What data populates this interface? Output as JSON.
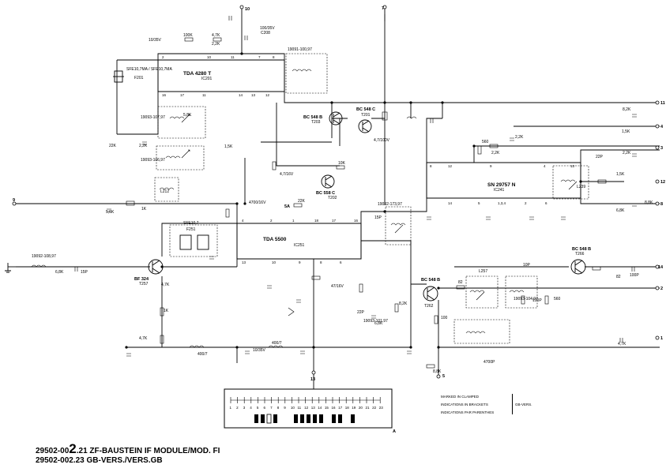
{
  "ics": {
    "ic201": {
      "name": "TDA 4280 T",
      "ref": "IC201"
    },
    "ic251": {
      "name": "TDA 5500",
      "ref": "IC251"
    },
    "ic241": {
      "name": "SN 29757 N",
      "ref": "IC241"
    }
  },
  "transistors": {
    "t201": {
      "name": "BC 548 C",
      "ref": "T201"
    },
    "t203": {
      "name": "BC 548 B",
      "ref": "T203"
    },
    "t202": {
      "name": "BC 558 C",
      "ref": "T202"
    },
    "t257": {
      "name": "BF 324",
      "ref": "T257"
    },
    "t262": {
      "name": "BC 548 B",
      "ref": "T262"
    },
    "t266": {
      "name": "BC 548 B",
      "ref": "T266"
    }
  },
  "crystal": {
    "name": "SFE10,7MA / SFE10,7MA",
    "ref": "F201",
    "f2": "SFE10,7",
    "f2ref": "F251"
  },
  "labels": {
    "c207": "100/35V",
    "c208": "C208",
    "c202": "10/35V",
    "c205": "2,2K",
    "r215": "100K",
    "r216": "4,7K",
    "l217": "19091-100,97",
    "r214": "5,8K",
    "c212": "22K",
    "c211": "2,2K",
    "l213": "19093-107,97",
    "l214": "19093-106,97",
    "l212": "L212",
    "r208": "1,5K",
    "c203": "4,7/100V",
    "r227": "10K",
    "c227": "4,7/16V",
    "r221": "1K",
    "c221": "5,6K",
    "c222": "4700/16V",
    "r251": "6,8K",
    "c252": "15P",
    "l251": "19092-108,97",
    "r257": "4,7K",
    "c253": "4,7K",
    "r258": "4,7K",
    "c254": "1K",
    "l254": "400/7",
    "l256": "400/7",
    "c258": "10/35V",
    "r262": "82",
    "c263": "2,2K",
    "r268": "100",
    "l257": "L257",
    "l258": "19093-104,97",
    "c266": "100P",
    "c264": "10P",
    "r267": "560",
    "c268": "4700P",
    "r269": "4,7K",
    "r241": "560",
    "r237": "2,2K",
    "c243": "2,2K",
    "c244": "22P",
    "l239": "L239",
    "r244": "1,5K",
    "r245": "6,8K",
    "c246": "8,2K",
    "c248": "8,8K",
    "c249": "2,2K",
    "r242": "1,5K",
    "r270": "82",
    "c270": "100P",
    "c271": "15P",
    "l271": "19092-173,97",
    "r265": "8,2K",
    "r266": "6,8K",
    "c260": "22P",
    "l261": "19093-101,97",
    "sel": "5A",
    "r253": "22K",
    "r263": "8,8K",
    "c261": "47/16V"
  },
  "terminals": [
    "10",
    "7",
    "11",
    "4",
    "3",
    "9",
    "8",
    "12",
    "14",
    "2",
    "1",
    "13",
    "5"
  ],
  "bar": {
    "numbers": [
      "1",
      "2",
      "3",
      "4",
      "5",
      "6",
      "7",
      "8",
      "9",
      "10",
      "11",
      "12",
      "13",
      "14",
      "15",
      "16",
      "17",
      "18",
      "19",
      "20",
      "21",
      "22",
      "23"
    ],
    "marker": "A"
  },
  "legend": {
    "lines": [
      "MARKED IN CLAMPED",
      "INDICATIONS IN BRACKETS",
      "INDICATIONS PAR PARENTHES"
    ],
    "tag": "GB-VERS."
  },
  "footer": {
    "line1_pre": "29502-00",
    "line1_big": "2",
    "line1_post": ".21 ZF-BAUSTEIN IF MODULE/MOD. FI",
    "line2": "29502-002.23 GB-VERS./VERS.GB"
  }
}
